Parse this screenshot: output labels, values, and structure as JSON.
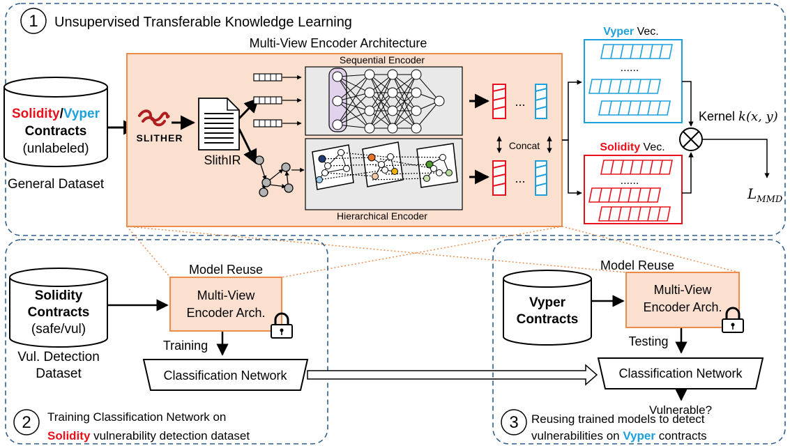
{
  "colors": {
    "red": "#e8101a",
    "blue": "#1aa0dc",
    "border_blue": "#2e5d8e",
    "orange_fill": "#fbe0d0",
    "orange_border": "#ec8c4a",
    "gray_panel": "#e9e9e9",
    "slither_red": "#b01d20"
  },
  "panel1": {
    "number": "1",
    "title": "Unsupervised Transferable Knowledge Learning",
    "arch_title": "Multi-View Encoder Architecture",
    "db": {
      "solidity": "Solidity",
      "slash": "/",
      "vyper": "Vyper",
      "contracts": "Contracts",
      "unlabeled": "(unlabeled)"
    },
    "general_dataset": "General Dataset",
    "slither_logo": "SLITHER",
    "slithir": "SlithIR",
    "sequential_encoder": "Sequential Encoder",
    "hierarchical_encoder": "Hierarchical Encoder",
    "concat": "Concat",
    "ellipsis": "...",
    "vyper_vec": {
      "name": "Vyper",
      "suffix": " Vec."
    },
    "solidity_vec": {
      "name": "Solidity",
      "suffix": " Vec."
    },
    "dots": "......",
    "kernel_label": "Kernel",
    "kernel_formula": "k(x, y)",
    "loss_main": "L",
    "loss_sub": "MMD"
  },
  "panel2": {
    "number": "2",
    "caption_line1": "Training Classification Network  on",
    "caption_line2_highlight": "Solidity",
    "caption_line2_rest": " vulnerability detection dataset",
    "db": {
      "solidity": "Solidity",
      "contracts": "Contracts",
      "safe_vul": "(safe/vul)"
    },
    "dataset_line1": "Vul. Detection",
    "dataset_line2": "Dataset",
    "model_reuse": "Model Reuse",
    "encoder_line1": "Multi-View",
    "encoder_line2": "Encoder Arch.",
    "training": "Training",
    "classification": "Classification Network"
  },
  "panel3": {
    "number": "3",
    "caption_line1": "Reusing trained models to detect",
    "caption_line2_rest": "vulnerabilities on ",
    "caption_line2_highlight": "Vyper",
    "caption_line2_end": " contracts",
    "db": {
      "vyper": "Vyper",
      "contracts": "Contracts"
    },
    "model_reuse": "Model Reuse",
    "encoder_line1": "Multi-View",
    "encoder_line2": "Encoder Arch.",
    "testing": "Testing",
    "classification": "Classification Network",
    "vulnerable": "Vulnerable?"
  }
}
